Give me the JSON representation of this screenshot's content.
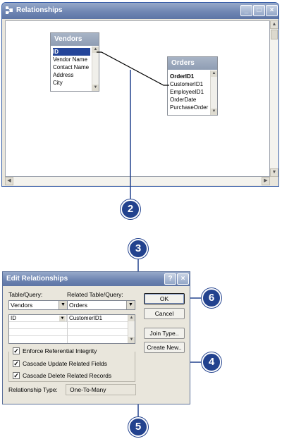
{
  "relationships_window": {
    "title": "Relationships",
    "controls": {
      "minimize": "_",
      "maximize": "□",
      "close": "×"
    },
    "tables": [
      {
        "name": "Vendors",
        "fields": [
          "ID",
          "Vendor Name",
          "Contact Name",
          "Address",
          "City"
        ],
        "selected_field": "ID"
      },
      {
        "name": "Orders",
        "fields": [
          "OrderID1",
          "CustomerID1",
          "EmployeeID1",
          "OrderDate",
          "PurchaseOrder"
        ],
        "bold_field": "OrderID1"
      }
    ]
  },
  "callouts": {
    "c2": "2",
    "c3": "3",
    "c4": "4",
    "c5": "5",
    "c6": "6"
  },
  "edit_dialog": {
    "title": "Edit Relationships",
    "help": "?",
    "close": "×",
    "table_query_label": "Table/Query:",
    "related_table_query_label": "Related Table/Query:",
    "table_query_value": "Vendors",
    "related_table_query_value": "Orders",
    "join_rows": [
      {
        "left": "ID",
        "right": "CustomerID1"
      }
    ],
    "enforce_label": "Enforce Referential Integrity",
    "cascade_update_label": "Cascade Update Related Fields",
    "cascade_delete_label": "Cascade Delete Related Records",
    "enforce_checked": true,
    "cascade_update_checked": true,
    "cascade_delete_checked": true,
    "relationship_type_label": "Relationship Type:",
    "relationship_type_value": "One-To-Many",
    "buttons": {
      "ok": "OK",
      "cancel": "Cancel",
      "join_type": "Join Type..",
      "create_new": "Create New.."
    },
    "check_mark": "✓"
  },
  "icons": {
    "scroll_up": "▲",
    "scroll_down": "▼",
    "scroll_left": "◀",
    "scroll_right": "▶",
    "dropdown": "▼"
  }
}
